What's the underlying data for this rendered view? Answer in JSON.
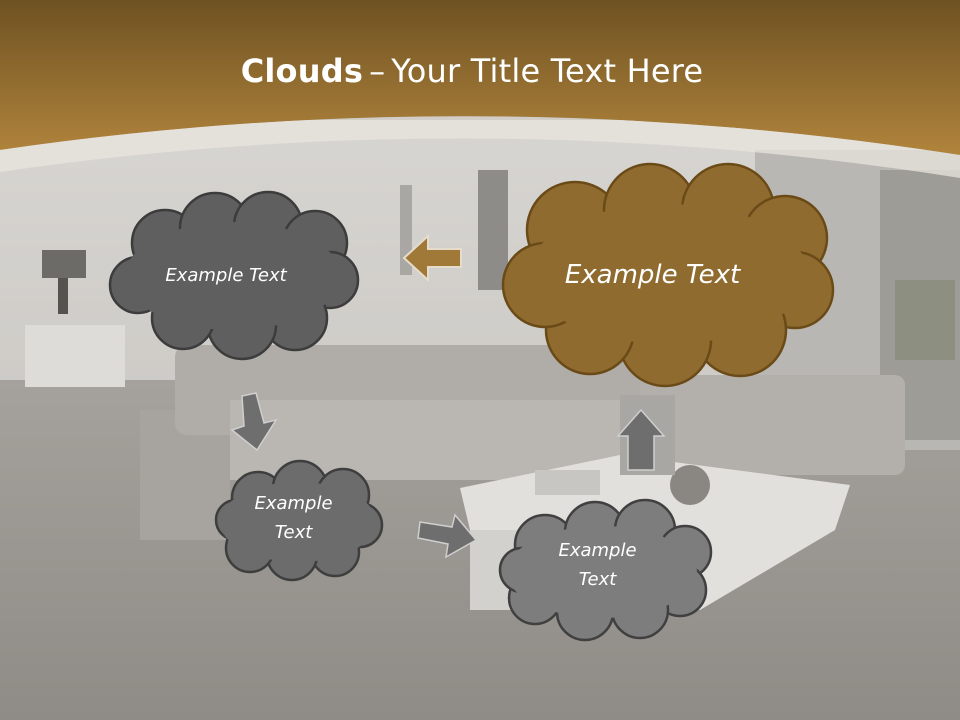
{
  "title": {
    "bold": "Clouds",
    "separator": "–",
    "rest": "Your Title Text Here"
  },
  "clouds": [
    {
      "text": "Example Text"
    },
    {
      "text": "Example Text"
    },
    {
      "text": "Example Text"
    },
    {
      "text": "Example Text"
    }
  ],
  "colors": {
    "header": "#9b7230",
    "cloud_brown": "#8f6b30",
    "cloud_dark": "#5f5f5f",
    "cloud_mid": "#6c6c6c",
    "cloud_light": "#7d7d7d",
    "arrow_brown": "#a07838",
    "arrow_gray": "#6e6e6e"
  },
  "icons": [
    "arrow-left-icon",
    "arrow-down-icon",
    "arrow-right-icon",
    "arrow-up-icon"
  ]
}
